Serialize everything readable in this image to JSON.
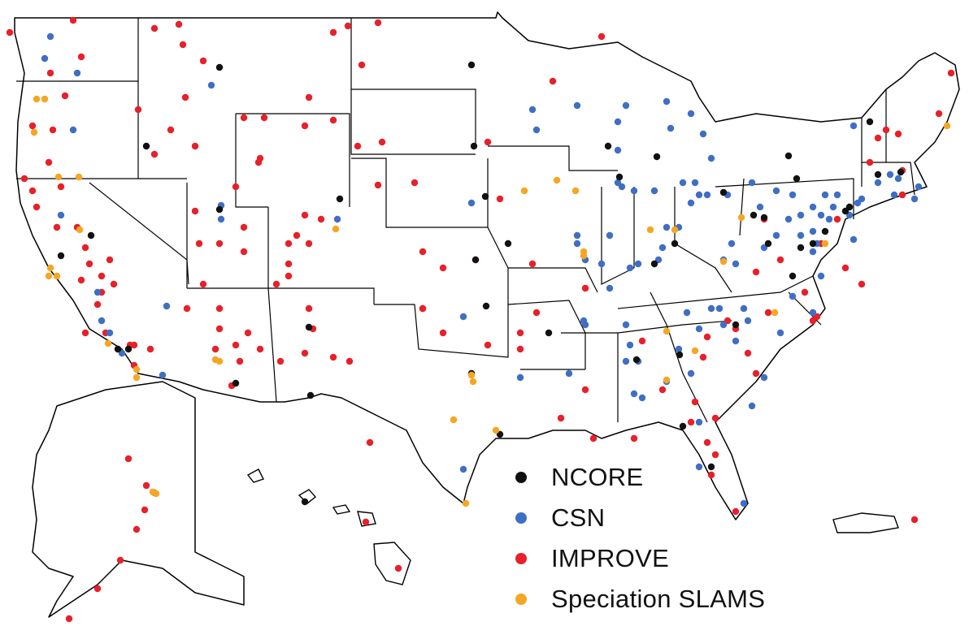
{
  "legend": {
    "items": [
      {
        "key": "ncore",
        "label": "NCORE",
        "color": "#111111"
      },
      {
        "key": "csn",
        "label": "CSN",
        "color": "#3f6fc4"
      },
      {
        "key": "improve",
        "label": "IMPROVE",
        "color": "#e8202a"
      },
      {
        "key": "slams",
        "label": "Speciation SLAMS",
        "color": "#f5a623"
      }
    ]
  },
  "colors": {
    "outline": "#000000",
    "background": "#ffffff"
  }
}
